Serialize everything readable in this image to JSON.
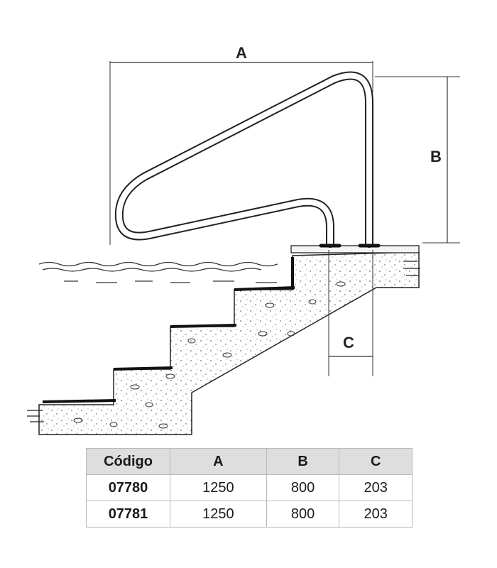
{
  "dimensions": {
    "A": "A",
    "B": "B",
    "C": "C"
  },
  "table": {
    "headers": [
      "Código",
      "A",
      "B",
      "C"
    ],
    "rows": [
      {
        "code": "07780",
        "a": "1250",
        "b": "800",
        "c": "203"
      },
      {
        "code": "07781",
        "a": "1250",
        "b": "800",
        "c": "203"
      }
    ]
  }
}
